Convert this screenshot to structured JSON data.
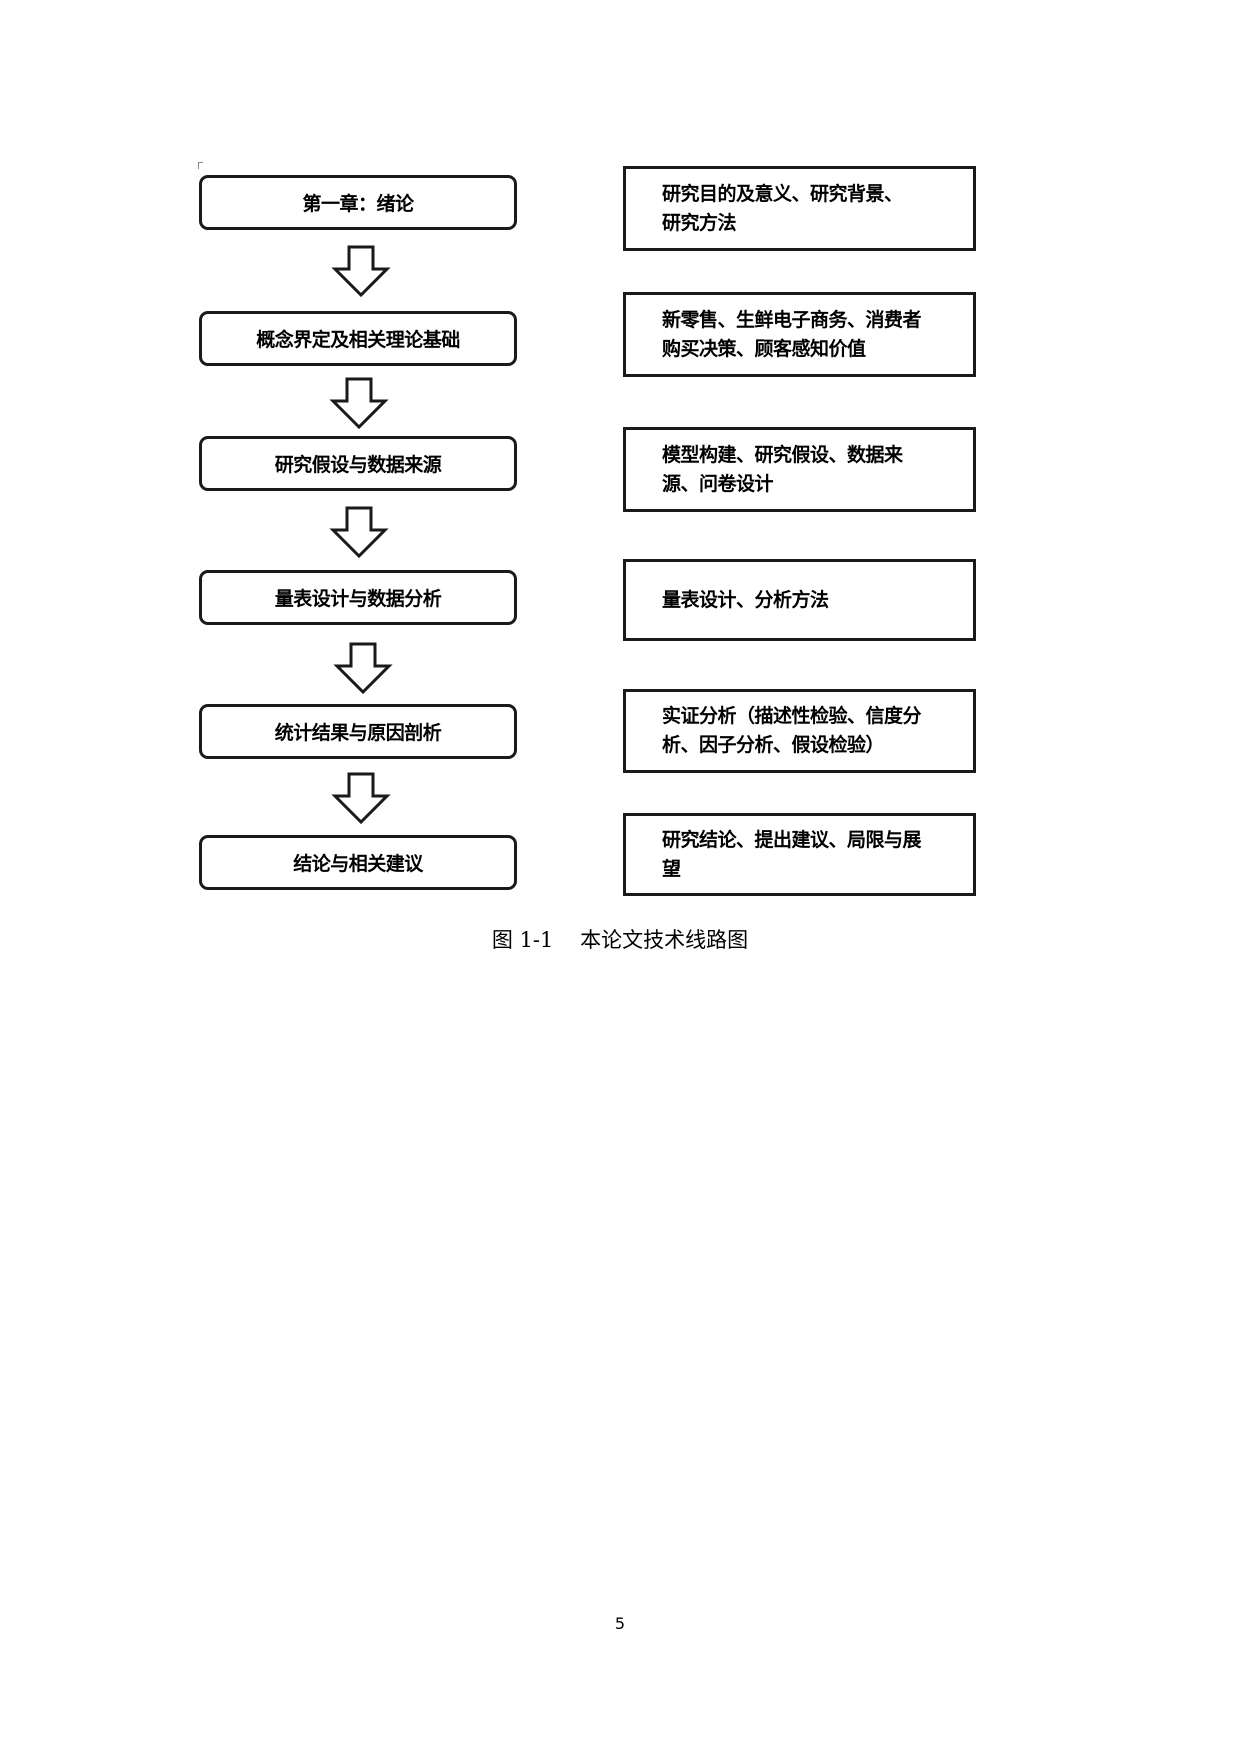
{
  "diagram": {
    "steps": [
      {
        "label": "第一章：绪论",
        "description": "研究目的及意义、研究背景、\n研究方法"
      },
      {
        "label": "概念界定及相关理论基础",
        "description": "新零售、生鲜电子商务、消费者\n购买决策、顾客感知价值"
      },
      {
        "label": "研究假设与数据来源",
        "description": "模型构建、研究假设、数据来\n源、问卷设计"
      },
      {
        "label": "量表设计与数据分析",
        "description": "量表设计、分析方法"
      },
      {
        "label": "统计结果与原因剖析",
        "description": "实证分析（描述性检验、信度分\n析、因子分析、假设检验）"
      },
      {
        "label": "结论与相关建议",
        "description": "研究结论、提出建议、局限与展\n望"
      }
    ],
    "caption": "图 1-1    本论文技术线路图"
  },
  "page_number": "5"
}
